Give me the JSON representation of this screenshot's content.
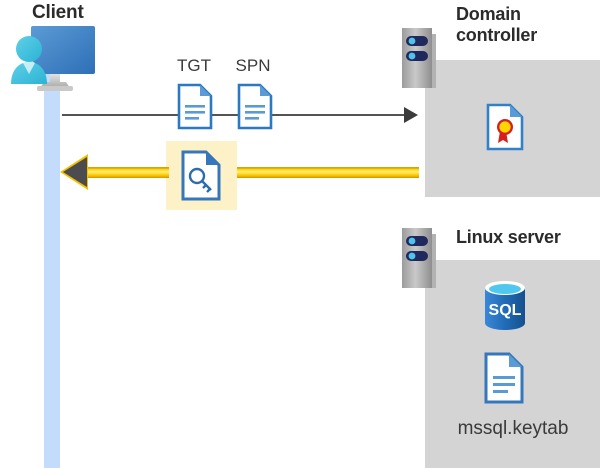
{
  "diagram": {
    "title_client": "Client",
    "title_domain_controller": "Domain\ncontroller",
    "title_domain_controller_line1": "Domain",
    "title_domain_controller_line2": "controller",
    "title_linux_server": "Linux server",
    "labels": {
      "tgt": "TGT",
      "spn": "SPN",
      "keytab_file": "mssql.keytab",
      "sql_text": "SQL"
    },
    "icons": {
      "client": "user-workstation-icon",
      "domain_controller_server": "server-rack-icon",
      "linux_server": "server-rack-icon",
      "tgt_document": "document-icon",
      "spn_document": "document-icon",
      "service_ticket": "key-document-icon",
      "certificate": "certificate-document-icon",
      "sql_database": "sql-database-icon",
      "keytab_document": "document-icon"
    },
    "arrows": {
      "request": {
        "name": "request-arrow",
        "direction": "client-to-domain-controller",
        "color": "#545454"
      },
      "response": {
        "name": "response-arrow",
        "direction": "domain-controller-to-client",
        "color": "#ffd21e"
      }
    },
    "colors": {
      "panel_grey": "#d4d4d4",
      "lifeline_blue": "#c3dcfb",
      "highlight_yellow": "#fdf1c8",
      "arrow_yellow": "#ffd21e",
      "arrow_grey": "#545454",
      "doc_blue": "#2b79c2",
      "sql_blue": "#1f69b3",
      "title_text": "#2b2b2b"
    }
  }
}
